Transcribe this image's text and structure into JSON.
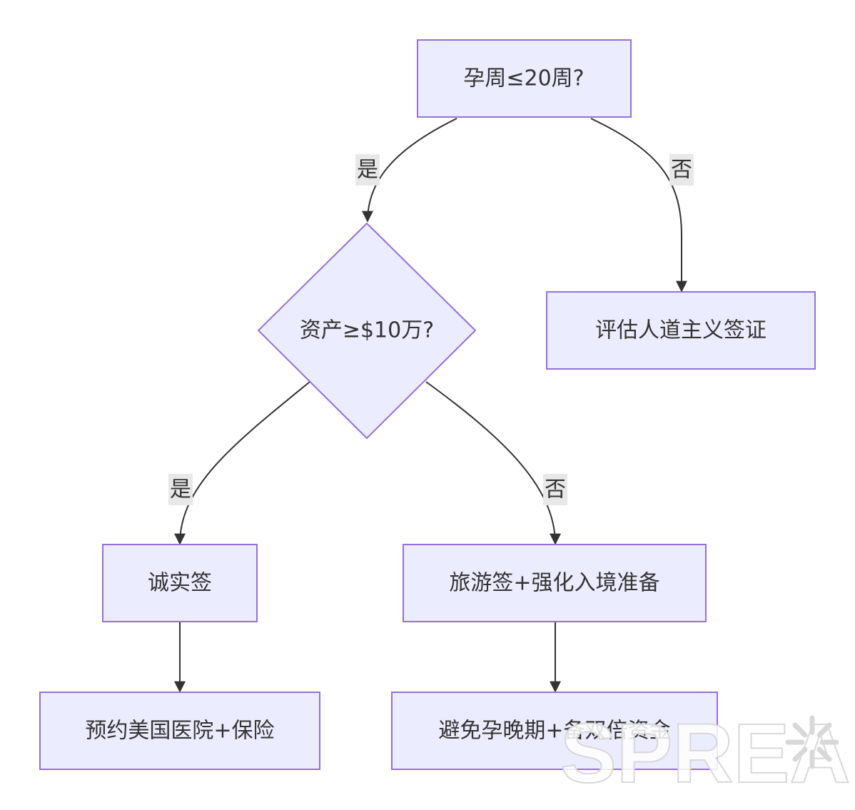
{
  "nodes": {
    "pregnancy_check": "孕周≤20周?",
    "assets_check": "资产≥$10万?",
    "humanitarian_visa": "评估人道主义签证",
    "honest_visa": "诚实签",
    "tourist_visa": "旅游签+强化入境准备",
    "book_hospital": "预约美国医院+保险",
    "avoid_late": "避免孕晚期+备双倍资金"
  },
  "edges": {
    "pregnancy_yes": "是",
    "pregnancy_no": "否",
    "assets_yes": "是",
    "assets_no": "否"
  },
  "colors": {
    "node_fill": "#ECECFF",
    "node_stroke": "#9370DB",
    "edge": "#333333",
    "label_bg": "#E8E8E8"
  },
  "watermark": "SPREAD"
}
